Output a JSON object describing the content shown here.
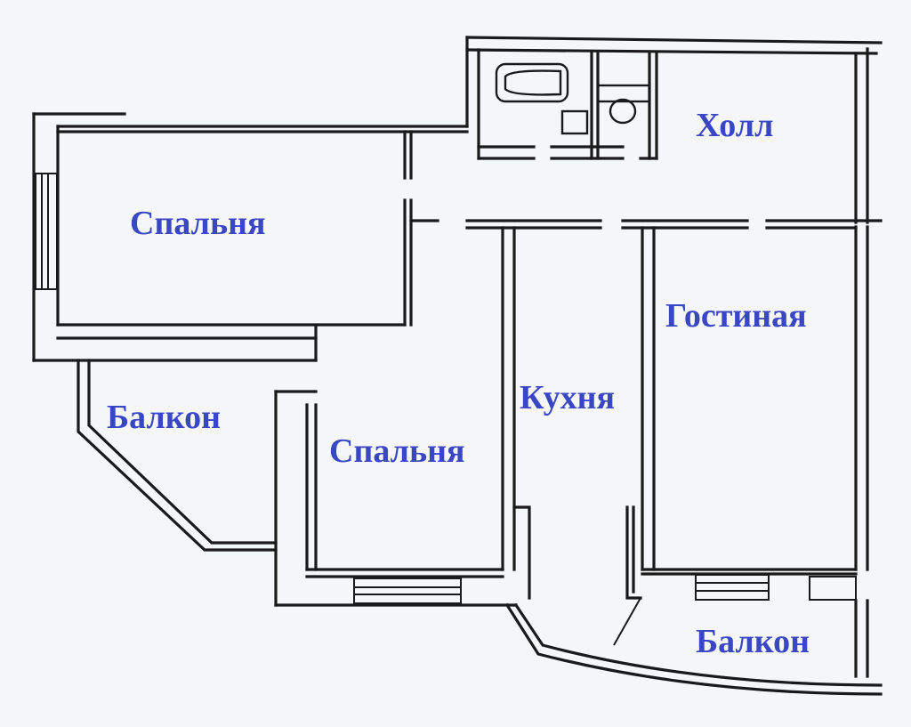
{
  "rooms": {
    "hall": "Холл",
    "bedroom_1": "Спальня",
    "bedroom_2": "Спальня",
    "kitchen": "Кухня",
    "living_room": "Гостиная",
    "balcony_left": "Балкон",
    "balcony_right": "Балкон"
  },
  "colors": {
    "label": "#3a47c4",
    "wall": "#1a1a1a",
    "paper": "#f5f6f8"
  }
}
